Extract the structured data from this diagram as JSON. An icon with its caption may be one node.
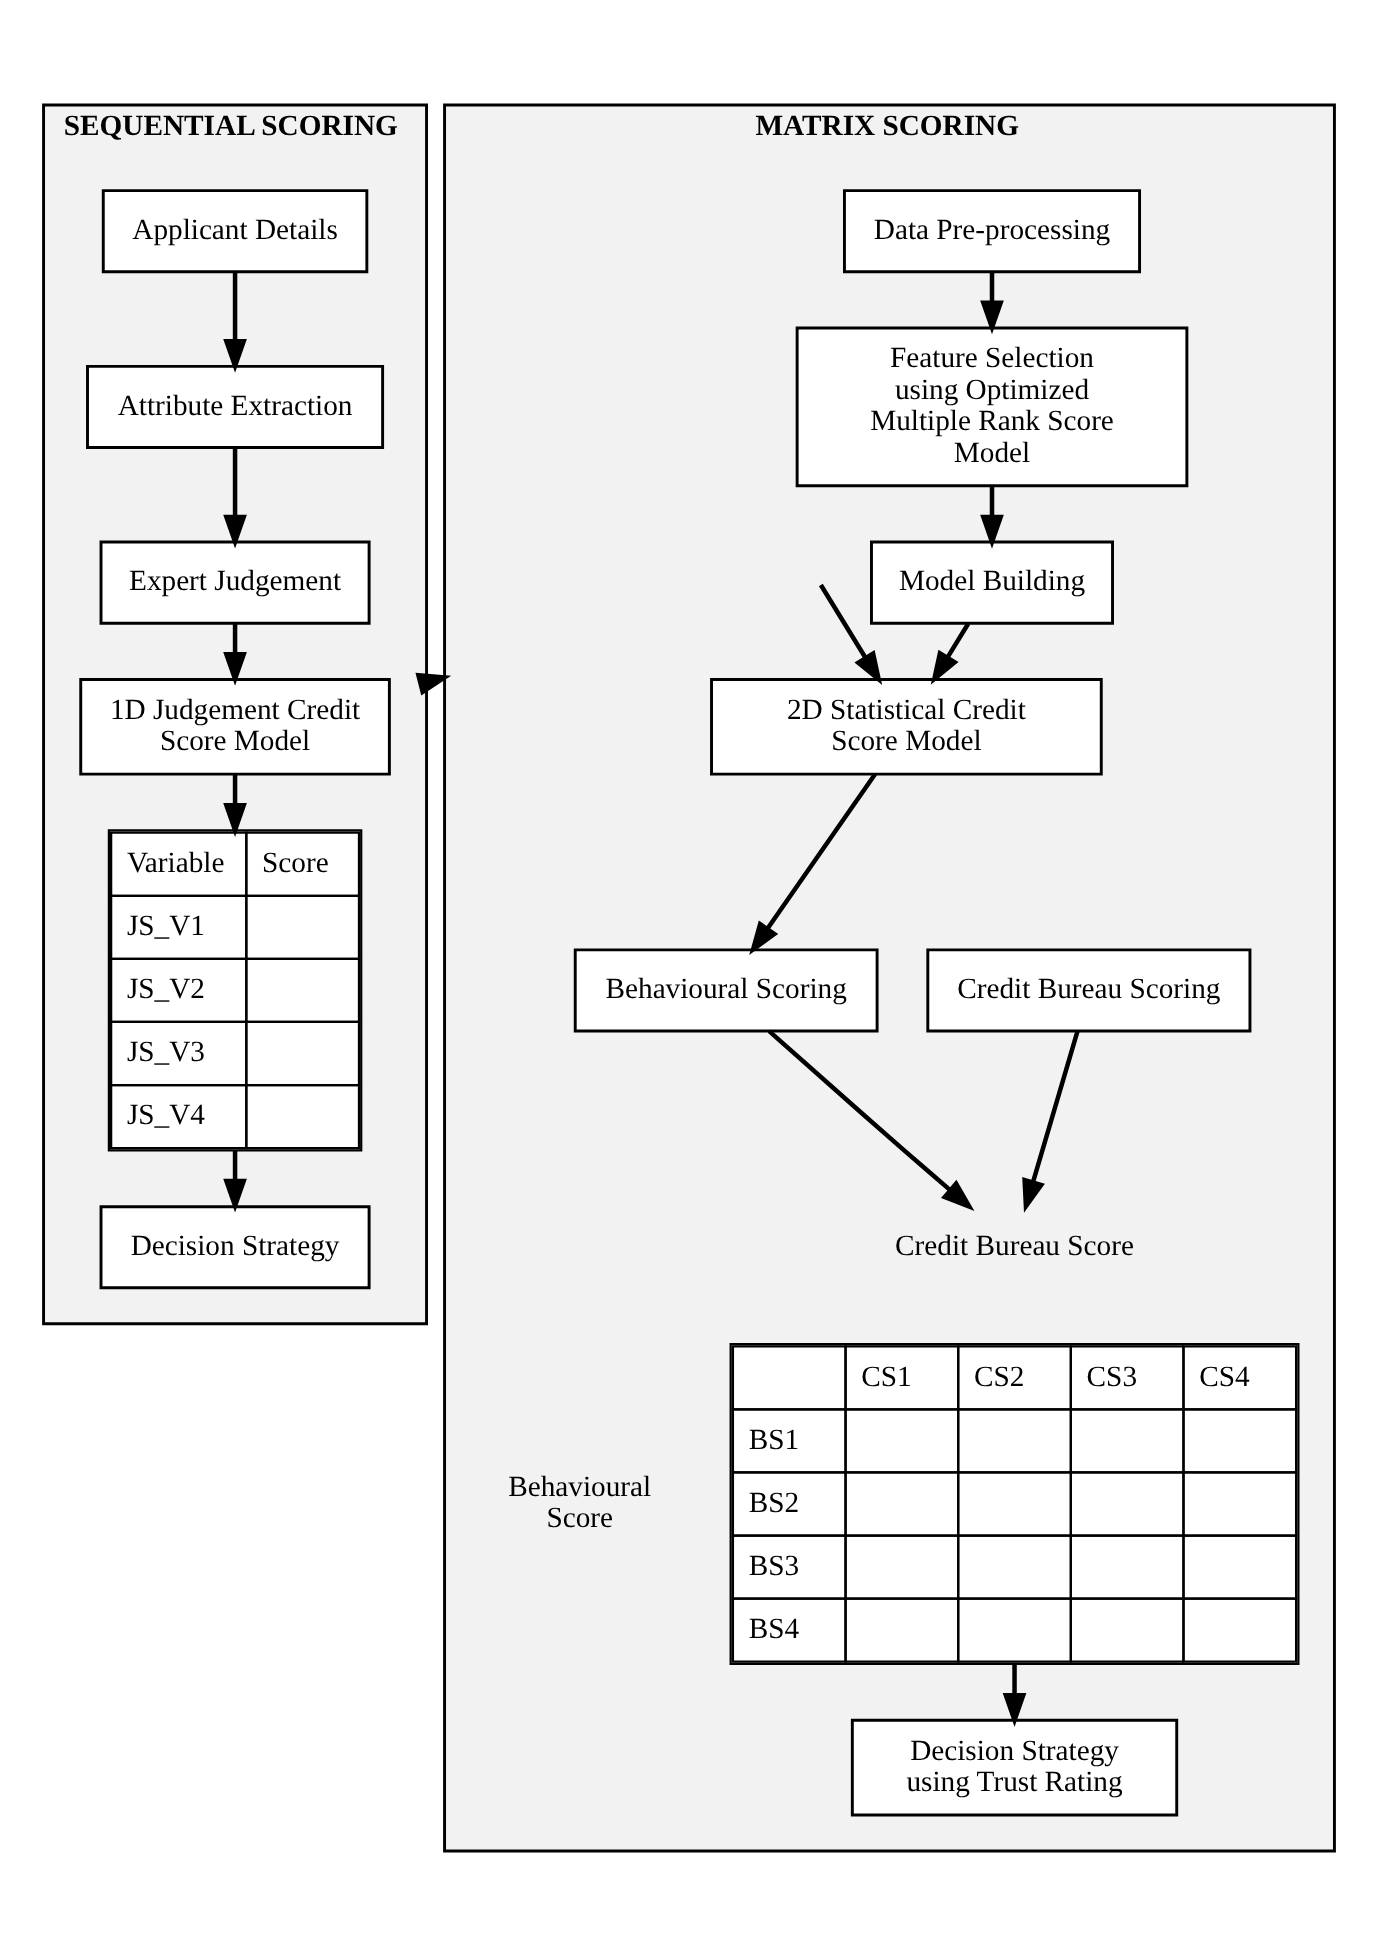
{
  "diagram": {
    "nodes": [
      {
        "text": [
          "SEQUENTIAL SCORING"
        ]
      },
      {
        "text": [
          "Applicant Details"
        ],
        "in": 0
      },
      {
        "text": [
          "Attribute Extraction"
        ],
        "in": 0
      },
      {
        "text": [
          "Expert Judgement"
        ],
        "in": 0
      },
      {
        "text": [
          "1D Judgement Credit Score Model"
        ],
        "in": 0
      },
      {
        "text": [
          "Variable",
          "Score",
          "JS_V1",
          "JS_V2",
          "JS_V3",
          "JS_V4"
        ],
        "in": 0
      },
      {
        "text": [
          "Decision Strategy"
        ],
        "in": 0
      },
      {
        "text": [
          "MATRIX SCORING"
        ]
      },
      {
        "text": [
          "Data Pre-processing"
        ],
        "in": 7
      },
      {
        "text": [
          "Feature Selection using Optimized Multiple Rank Score Model"
        ],
        "in": 7
      },
      {
        "text": [
          "Model Building"
        ],
        "in": 7
      },
      {
        "text": [
          "2D Statistical Credit Score Model"
        ],
        "in": 7
      },
      {
        "text": [
          "Behavioural Scoring"
        ],
        "in": 7
      },
      {
        "text": [
          "Credit Bureau Scoring"
        ],
        "in": 7
      },
      {
        "text": [
          "Credit Bureau Score"
        ],
        "in": 7
      },
      {
        "text": [
          "CS1",
          "CS2",
          "CS3",
          "CS4",
          "BS1",
          "BS2",
          "BS3",
          "BS4"
        ],
        "beside": [
          "Behavioural Score"
        ],
        "in": 7
      },
      {
        "text": [
          "Decision Strategy using Trust Rating"
        ],
        "in": 7
      }
    ],
    "edges": [
      {
        "from": 1,
        "to": 2,
        "arrow": "to"
      },
      {
        "from": 2,
        "to": 3,
        "arrow": "to"
      },
      {
        "from": 3,
        "to": 4,
        "arrow": "to"
      },
      {
        "from": 4,
        "to": 5,
        "arrow": "to"
      },
      {
        "from": 5,
        "to": 6,
        "arrow": "to"
      },
      {
        "from": 0,
        "to": 7,
        "arrow": "to"
      },
      {
        "from": 8,
        "to": 9,
        "arrow": "to"
      },
      {
        "from": 9,
        "to": 10,
        "arrow": "to"
      },
      {
        "from": 10,
        "to": 11,
        "arrow": "to"
      },
      {
        "from": null,
        "to": 11,
        "arrow": "to"
      },
      {
        "from": 11,
        "to": 12,
        "arrow": "to"
      },
      {
        "from": 12,
        "to": 14,
        "arrow": "to"
      },
      {
        "from": 13,
        "to": 14,
        "arrow": "to"
      },
      {
        "from": 15,
        "to": 16,
        "arrow": "to"
      }
    ]
  }
}
